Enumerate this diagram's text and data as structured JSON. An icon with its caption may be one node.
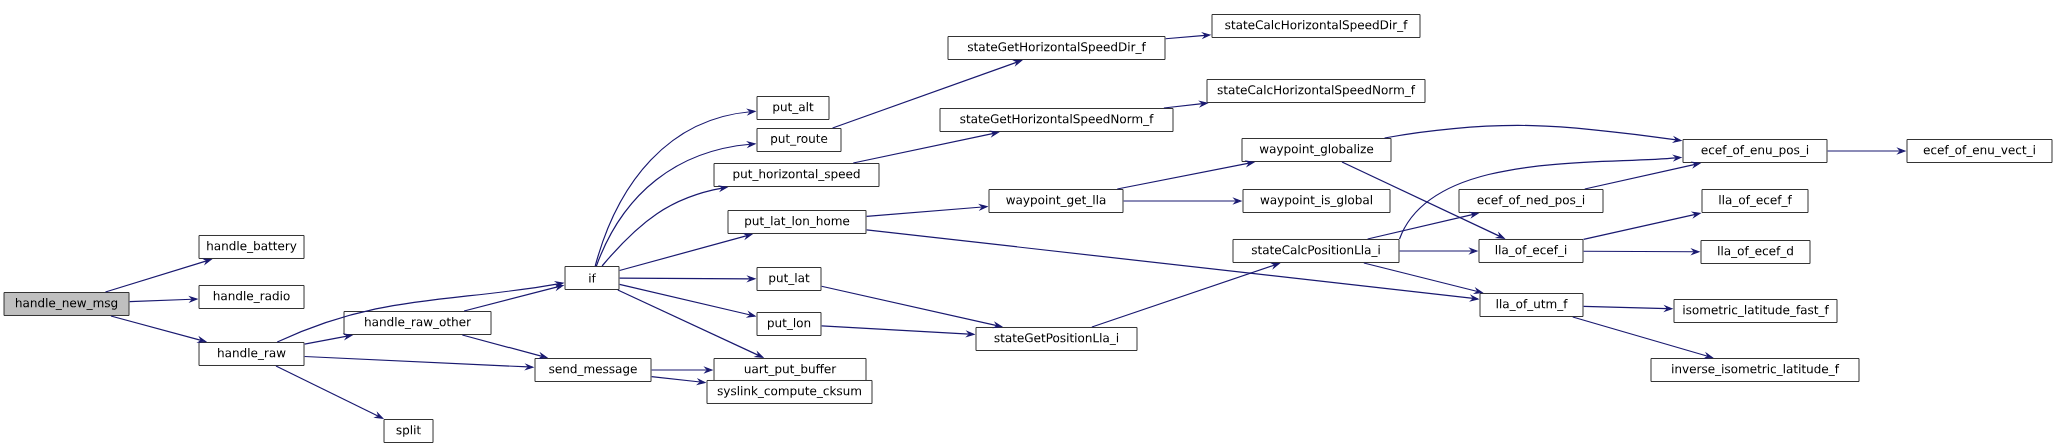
{
  "diagram": {
    "nodes": [
      {
        "text": [
          "handle_new_msg"
        ]
      },
      {
        "text": [
          "handle_battery"
        ]
      },
      {
        "text": [
          "handle_radio"
        ]
      },
      {
        "text": [
          "handle_raw"
        ]
      },
      {
        "text": [
          "if"
        ]
      },
      {
        "text": [
          "put_alt"
        ]
      },
      {
        "text": [
          "put_route"
        ]
      },
      {
        "text": [
          "put_horizontal_speed"
        ]
      },
      {
        "text": [
          "put_lat_lon_home"
        ]
      },
      {
        "text": [
          "put_lat"
        ]
      },
      {
        "text": [
          "put_lon"
        ]
      },
      {
        "text": [
          "uart_put_buffer"
        ]
      },
      {
        "text": [
          "handle_raw_other"
        ]
      },
      {
        "text": [
          "send_message"
        ]
      },
      {
        "text": [
          "syslink_compute_cksum"
        ]
      },
      {
        "text": [
          "split"
        ]
      },
      {
        "text": [
          "stateGetHorizontalSpeedDir_f"
        ]
      },
      {
        "text": [
          "stateCalcHorizontalSpeedDir_f"
        ]
      },
      {
        "text": [
          "stateGetHorizontalSpeedNorm_f"
        ]
      },
      {
        "text": [
          "stateCalcHorizontalSpeedNorm_f"
        ]
      },
      {
        "text": [
          "waypoint_get_lla"
        ]
      },
      {
        "text": [
          "waypoint_globalize"
        ]
      },
      {
        "text": [
          "waypoint_is_global"
        ]
      },
      {
        "text": [
          "stateGetPositionLla_i"
        ]
      },
      {
        "text": [
          "stateCalcPositionLla_i"
        ]
      },
      {
        "text": [
          "ecef_of_ned_pos_i"
        ]
      },
      {
        "text": [
          "lla_of_ecef_i"
        ]
      },
      {
        "text": [
          "lla_of_utm_f"
        ]
      },
      {
        "text": [
          "ecef_of_enu_pos_i"
        ]
      },
      {
        "text": [
          "ecef_of_enu_vect_i"
        ]
      },
      {
        "text": [
          "lla_of_ecef_f"
        ]
      },
      {
        "text": [
          "lla_of_ecef_d"
        ]
      },
      {
        "text": [
          "isometric_latitude_fast_f"
        ]
      },
      {
        "text": [
          "inverse_isometric_latitude_f"
        ]
      }
    ],
    "edges": [
      {
        "from": 0,
        "to": 1,
        "arrow": "to"
      },
      {
        "from": 0,
        "to": 2,
        "arrow": "to"
      },
      {
        "from": 0,
        "to": 3,
        "arrow": "to"
      },
      {
        "from": 3,
        "to": 4,
        "arrow": "to"
      },
      {
        "from": 3,
        "to": 12,
        "arrow": "to"
      },
      {
        "from": 3,
        "to": 13,
        "arrow": "to"
      },
      {
        "from": 3,
        "to": 15,
        "arrow": "to"
      },
      {
        "from": 12,
        "to": 4,
        "arrow": "to"
      },
      {
        "from": 12,
        "to": 13,
        "arrow": "to"
      },
      {
        "from": 4,
        "to": 5,
        "arrow": "to"
      },
      {
        "from": 4,
        "to": 6,
        "arrow": "to"
      },
      {
        "from": 4,
        "to": 7,
        "arrow": "to"
      },
      {
        "from": 4,
        "to": 8,
        "arrow": "to"
      },
      {
        "from": 4,
        "to": 9,
        "arrow": "to"
      },
      {
        "from": 4,
        "to": 10,
        "arrow": "to"
      },
      {
        "from": 4,
        "to": 11,
        "arrow": "to"
      },
      {
        "from": 13,
        "to": 11,
        "arrow": "to"
      },
      {
        "from": 13,
        "to": 14,
        "arrow": "to"
      },
      {
        "from": 6,
        "to": 16,
        "arrow": "to"
      },
      {
        "from": 7,
        "to": 18,
        "arrow": "to"
      },
      {
        "from": 16,
        "to": 17,
        "arrow": "to"
      },
      {
        "from": 18,
        "to": 19,
        "arrow": "to"
      },
      {
        "from": 8,
        "to": 20,
        "arrow": "to"
      },
      {
        "from": 8,
        "to": 27,
        "arrow": "to"
      },
      {
        "from": 9,
        "to": 23,
        "arrow": "to"
      },
      {
        "from": 10,
        "to": 23,
        "arrow": "to"
      },
      {
        "from": 20,
        "to": 21,
        "arrow": "to"
      },
      {
        "from": 20,
        "to": 22,
        "arrow": "to"
      },
      {
        "from": 21,
        "to": 28,
        "arrow": "to"
      },
      {
        "from": 21,
        "to": 26,
        "arrow": "to"
      },
      {
        "from": 23,
        "to": 24,
        "arrow": "to"
      },
      {
        "from": 24,
        "to": 28,
        "arrow": "to"
      },
      {
        "from": 24,
        "to": 25,
        "arrow": "to"
      },
      {
        "from": 24,
        "to": 26,
        "arrow": "to"
      },
      {
        "from": 24,
        "to": 27,
        "arrow": "to"
      },
      {
        "from": 25,
        "to": 28,
        "arrow": "to"
      },
      {
        "from": 28,
        "to": 29,
        "arrow": "to"
      },
      {
        "from": 26,
        "to": 30,
        "arrow": "to"
      },
      {
        "from": 26,
        "to": 31,
        "arrow": "to"
      },
      {
        "from": 27,
        "to": 32,
        "arrow": "to"
      },
      {
        "from": 27,
        "to": 33,
        "arrow": "to"
      }
    ]
  }
}
